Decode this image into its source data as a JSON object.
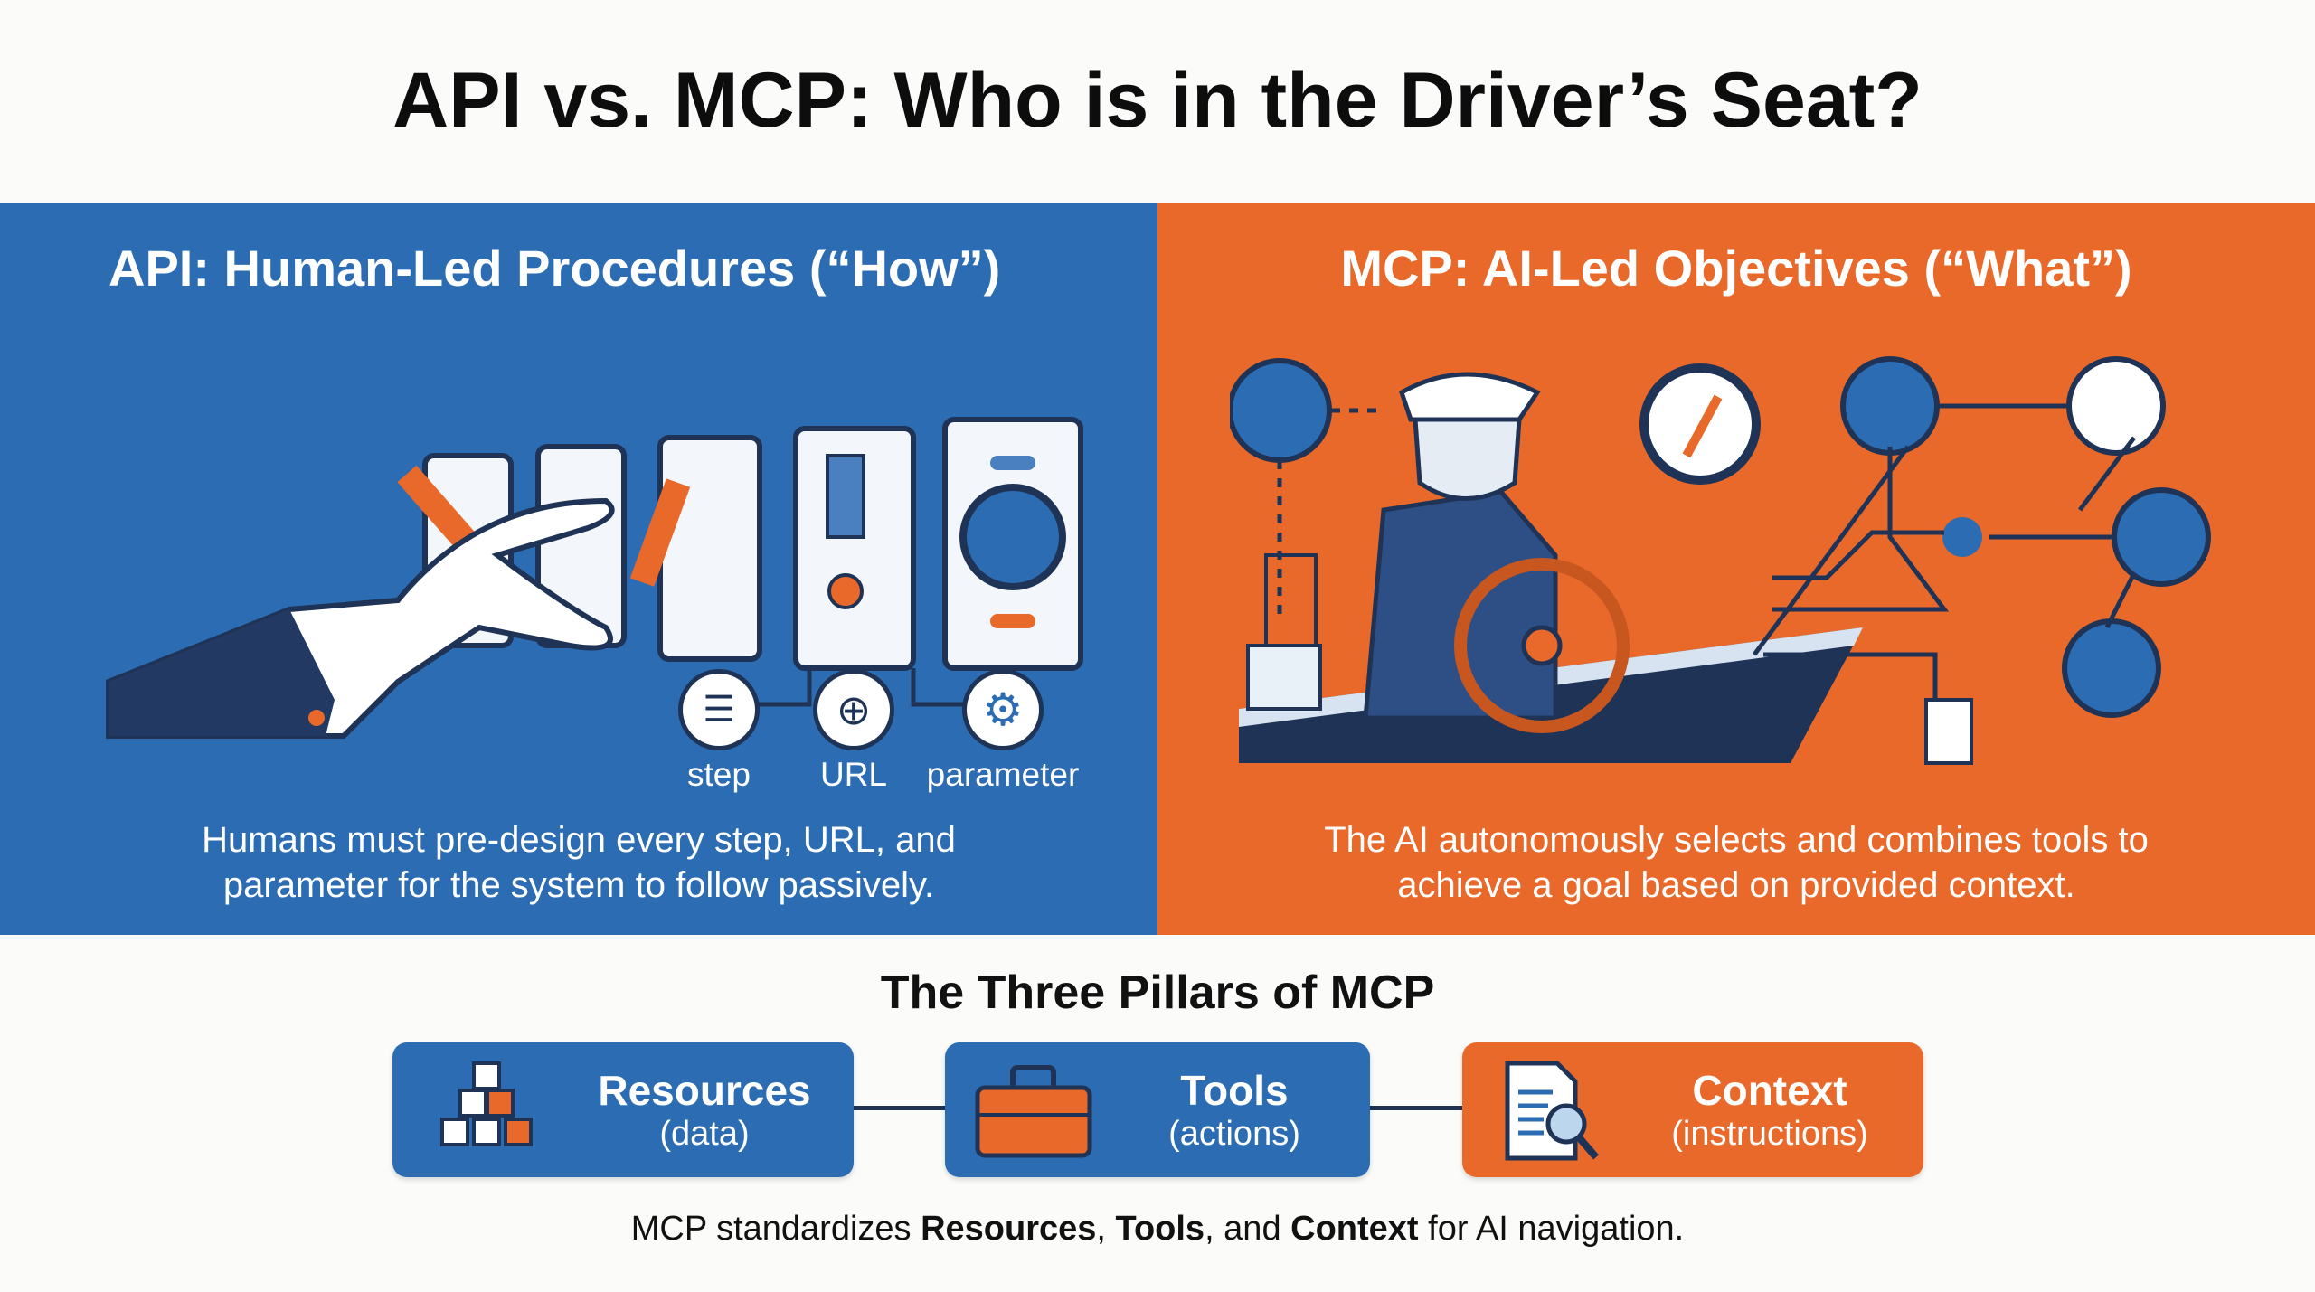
{
  "title": "API vs. MCP: Who is in the Driver’s Seat?",
  "api": {
    "heading": "API: Human-Led Procedures (“How”)",
    "labels": [
      "step",
      "URL",
      "parameter"
    ],
    "description_line1": "Humans must pre-design every step, URL, and",
    "description_line2": "parameter for the system to follow passively."
  },
  "mcp": {
    "heading": "MCP: AI-Led Objectives (“What”)",
    "description_line1": "The AI autonomously selects and combines tools to",
    "description_line2": "achieve a goal based on provided context."
  },
  "pillars": {
    "title": "The Three Pillars of MCP",
    "items": [
      {
        "name": "Resources",
        "sub": "(data)"
      },
      {
        "name": "Tools",
        "sub": "(actions)"
      },
      {
        "name": "Context",
        "sub": "(instructions)"
      }
    ]
  },
  "footer": {
    "pre": "MCP standardizes ",
    "b1": "Resources",
    "sep1": ", ",
    "b2": "Tools",
    "sep2": ", and ",
    "b3": "Context",
    "post": " for AI navigation."
  },
  "colors": {
    "blue": "#2b6cb3",
    "orange": "#e8692a",
    "navy": "#1e3355"
  }
}
